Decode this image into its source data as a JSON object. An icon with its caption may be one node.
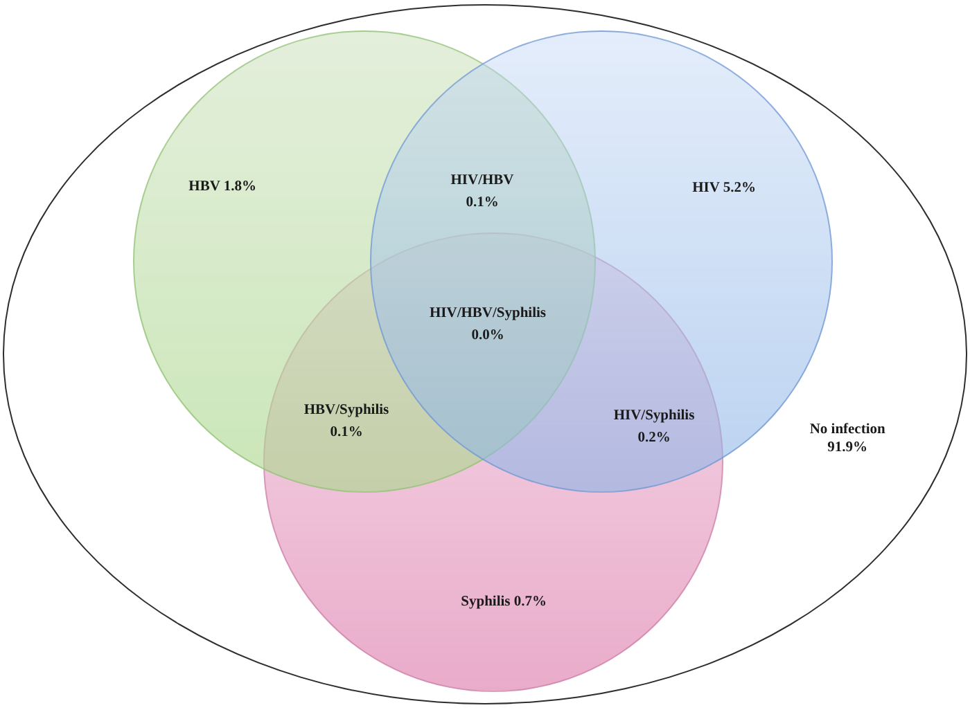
{
  "diagram": {
    "nodes": [
      {
        "text": [
          "No infection 91.9%"
        ]
      },
      {
        "text": [
          "HBV 1.8%"
        ],
        "in": 0
      },
      {
        "text": [
          "HIV 5.2%"
        ],
        "in": 0
      },
      {
        "text": [
          "Syphilis 0.7%"
        ],
        "in": 0
      }
    ],
    "labels": [
      "HIV/HBV 0.1%",
      "HIV/HBV/Syphilis 0.0%",
      "HBV/Syphilis 0.1%",
      "HIV/Syphilis 0.2%"
    ]
  }
}
